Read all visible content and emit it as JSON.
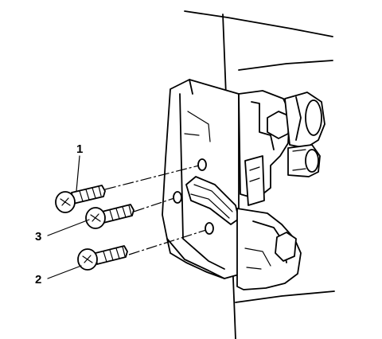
{
  "diagram": {
    "callouts": [
      {
        "id": "1",
        "label": "1",
        "part": "screw"
      },
      {
        "id": "2",
        "label": "2",
        "part": "screw"
      },
      {
        "id": "3",
        "label": "3",
        "part": "screw"
      }
    ],
    "colors": {
      "line": "#000000",
      "background": "#ffffff"
    }
  }
}
